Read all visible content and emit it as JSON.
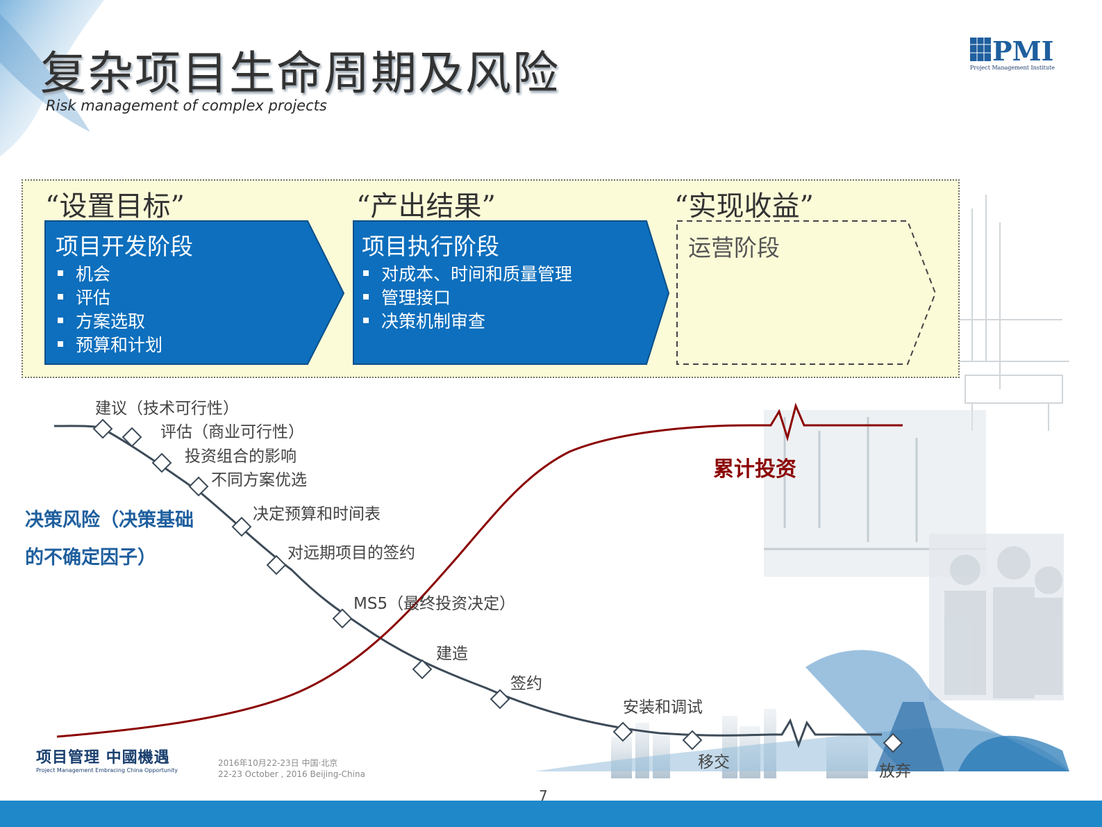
{
  "title": "复杂项目生命周期及风险",
  "subtitle": "Risk management of complex projects",
  "phases": [
    {
      "quote": "“设置目标”",
      "stage": "项目开发阶段",
      "bullets": [
        "机会",
        "评估",
        "方案选取",
        "预算和计划"
      ]
    },
    {
      "quote": "“产出结果”",
      "stage": "项目执行阶段",
      "bullets": [
        "对成本、时间和质量管理",
        "管理接口",
        "决策机制审查"
      ]
    },
    {
      "quote": "“实现收益”",
      "stage": "运营阶段",
      "bullets": []
    }
  ],
  "milestones": [
    "建议（技术可行性）",
    "评估（商业可行性）",
    "投资组合的影响",
    "不同方案优选",
    "决定预算和时间表",
    "对远期项目的签约",
    "MS5（最终投资决定）",
    "建造",
    "签约",
    "安装和调试",
    "移交",
    "放弃"
  ],
  "decision_risk": [
    "决策风险（决策基础",
    "的不确定因子）"
  ],
  "cumulative_investment": "累计投资",
  "pmi_logo": {
    "wordmark": "PMI",
    "caption": "Project Management Institute"
  },
  "footer": {
    "slogan": "项目管理 中國機遇",
    "slogan_en": "Project Management Embracing China Opportunity",
    "date_cn": "2016年10月22-23日 中国·北京",
    "date_en": "22-23 October , 2016 Beijing-China"
  },
  "page_number": "7",
  "colors": {
    "stage_blue": "#0d6fbd",
    "risk_curve": "#3d4b58",
    "investment_curve": "#8b0000",
    "panel_bg": "#fbfbd8",
    "footer_bar": "#1f88c9"
  }
}
